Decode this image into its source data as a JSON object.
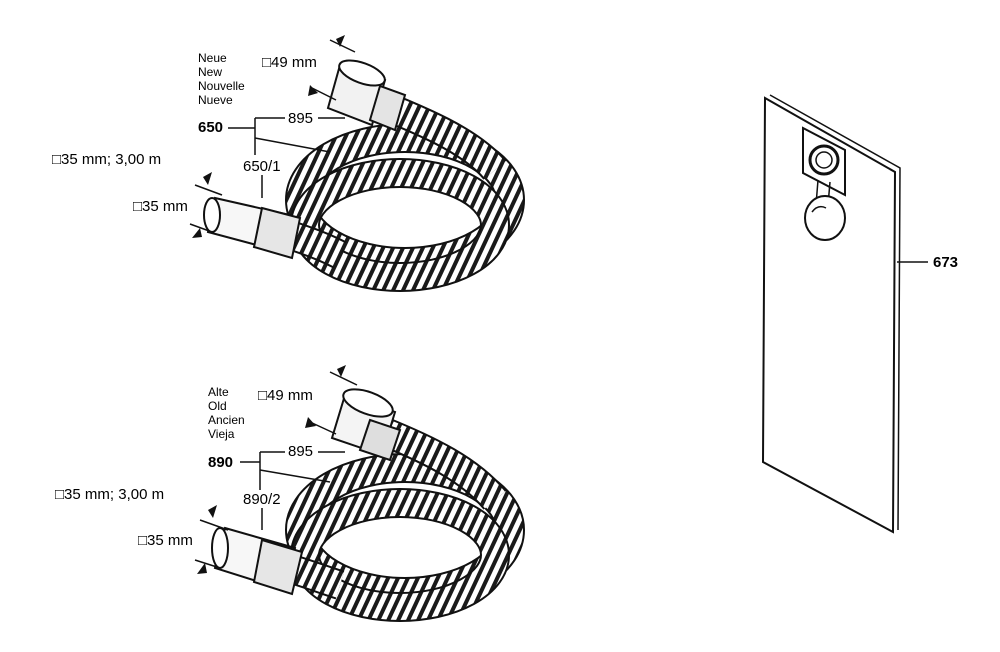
{
  "upper": {
    "status_lines": [
      "Neue",
      "New",
      "Nouvelle",
      "Nueve"
    ],
    "part_main": "650",
    "part_sub": "650/1",
    "part_nozzle": "895",
    "diam_big": "□49 mm",
    "diam_small": "□35 mm",
    "hose_spec": "□35 mm; 3,00 m"
  },
  "lower": {
    "status_lines": [
      "Alte",
      "Old",
      "Ancien",
      "Vieja"
    ],
    "part_main": "890",
    "part_sub": "890/2",
    "part_nozzle": "895",
    "diam_big": "□49 mm",
    "diam_small": "□35 mm",
    "hose_spec": "□35 mm; 3,00 m"
  },
  "bag": {
    "part": "673"
  }
}
